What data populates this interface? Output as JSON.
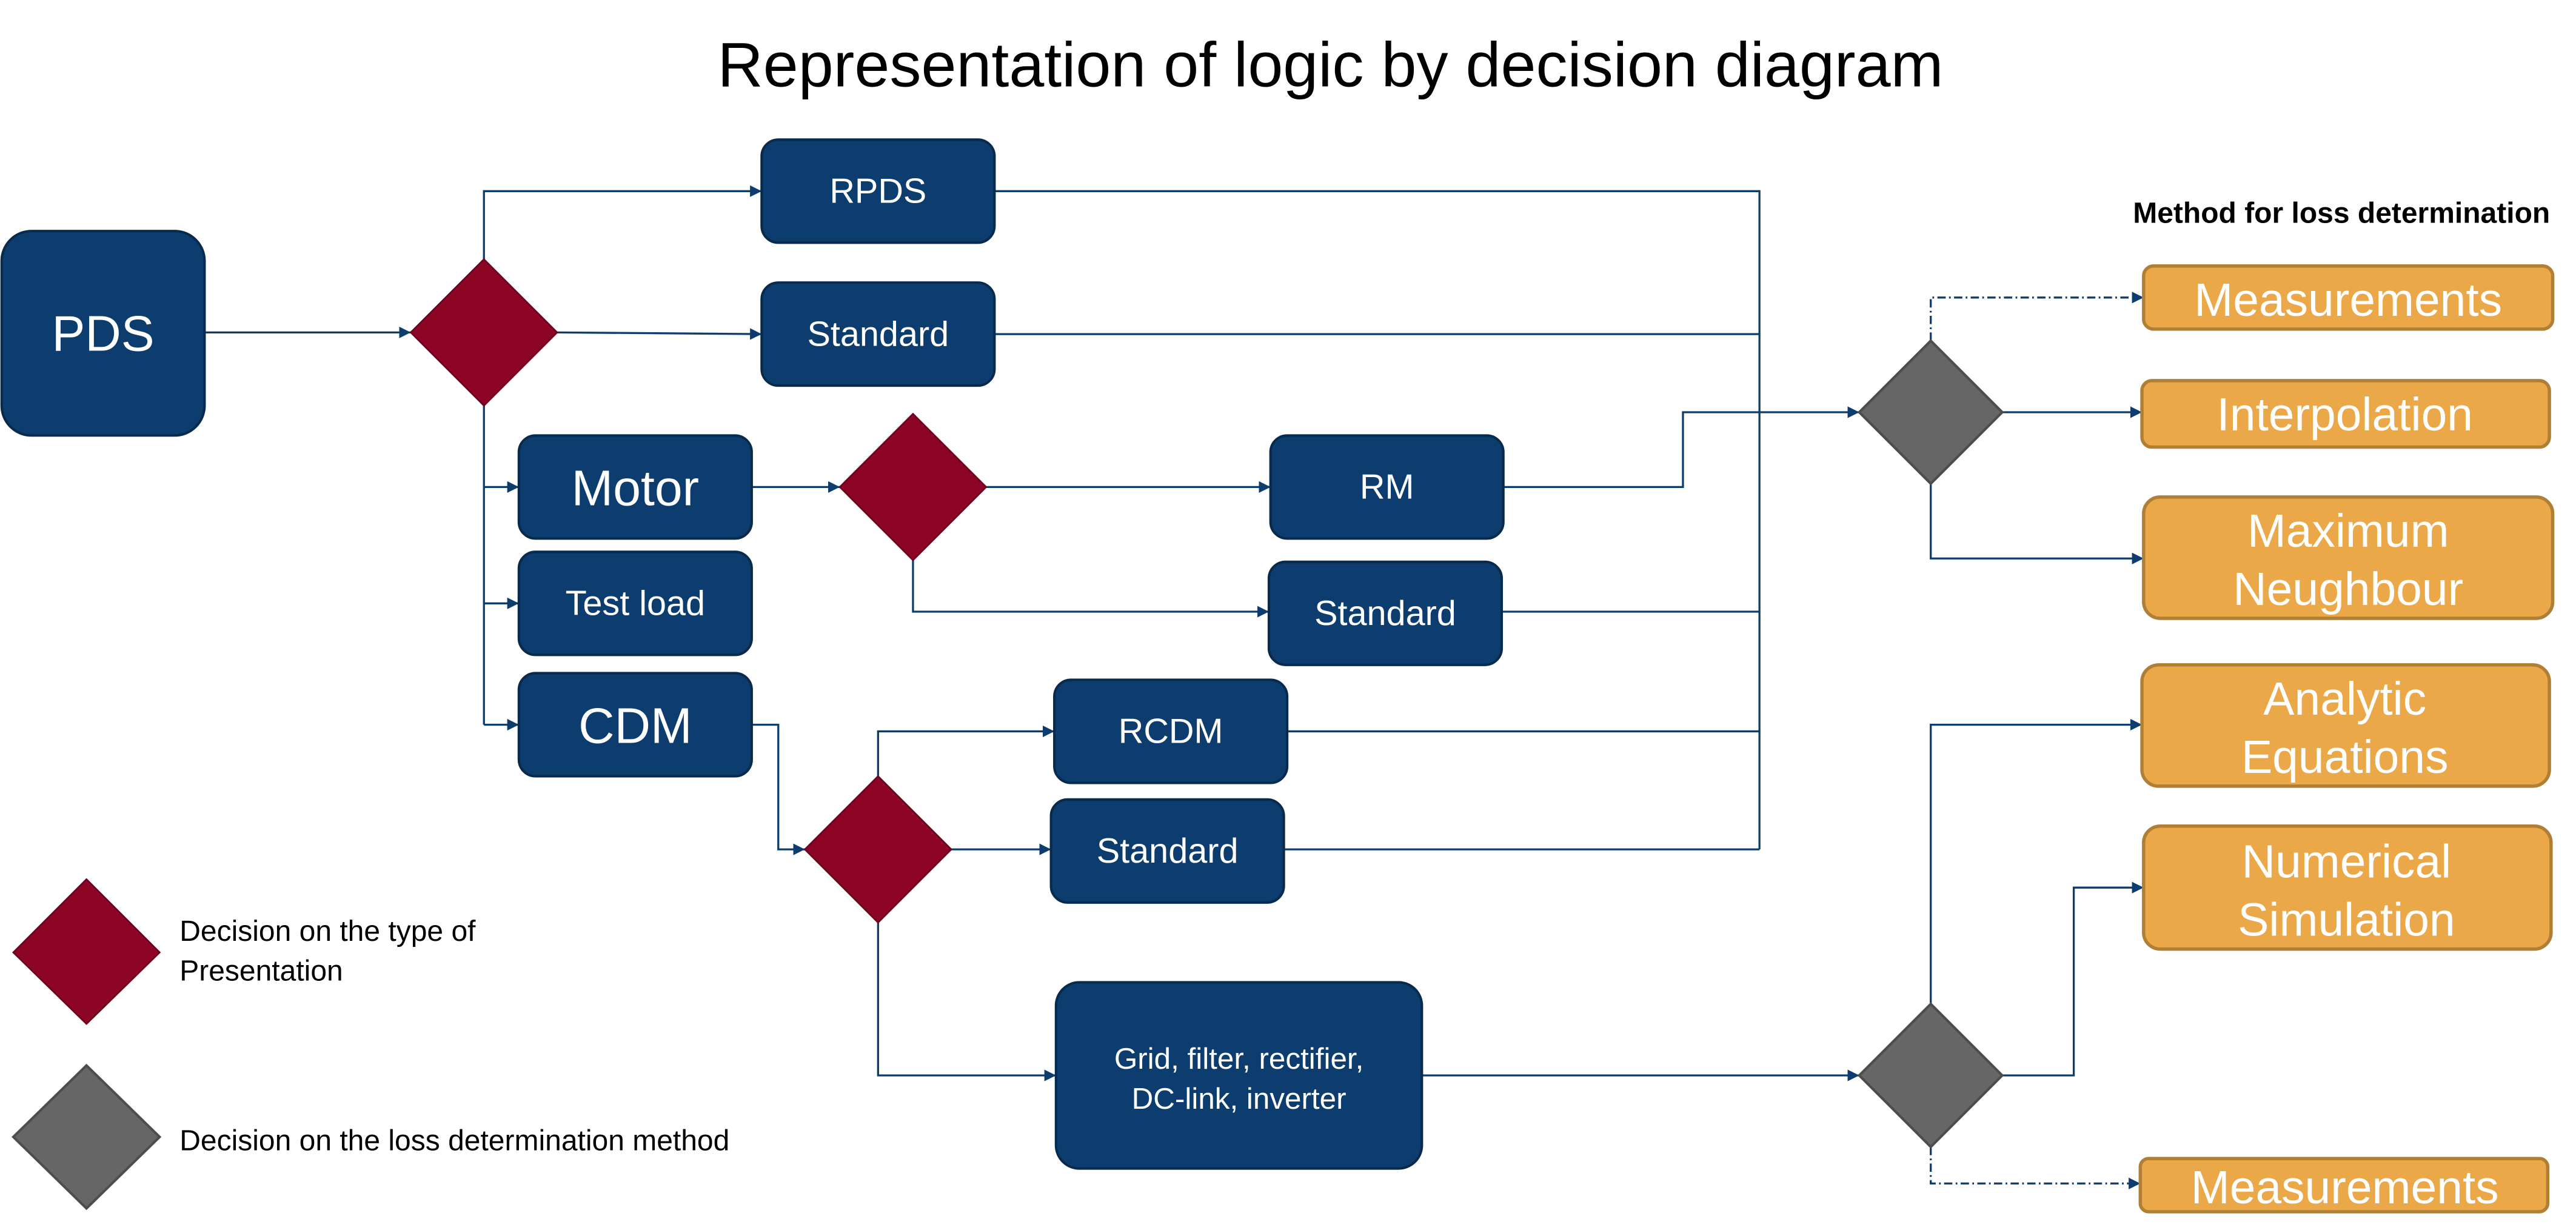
{
  "title": "Representation of logic by decision diagram",
  "methods_heading": "Method for loss determination",
  "colors": {
    "node_blue": "#0c3d6e",
    "decision_presentation": "#8c0527",
    "decision_method": "#666666",
    "method_orange": "#eba848",
    "connector": "#0c3d6e"
  },
  "nodes": {
    "pds": "PDS",
    "rpds": "RPDS",
    "standard_pds": "Standard",
    "motor": "Motor",
    "test_load": "Test load",
    "cdm": "CDM",
    "rm": "RM",
    "standard_motor": "Standard",
    "rcdm": "RCDM",
    "standard_cdm": "Standard",
    "components": [
      "Grid, filter, rectifier,",
      "DC-link, inverter"
    ]
  },
  "methods": {
    "measurements_top": "Measurements",
    "interpolation": "Interpolation",
    "maximum_neighbour": [
      "Maximum",
      "Neughbour"
    ],
    "analytic_equations": [
      "Analytic",
      "Equations"
    ],
    "numerical_simulation": [
      "Numerical",
      "Simulation"
    ],
    "measurements_bottom": "Measurements"
  },
  "legend": {
    "presentation": [
      "Decision on the type of",
      "Presentation"
    ],
    "method": "Decision on the loss determination method"
  }
}
